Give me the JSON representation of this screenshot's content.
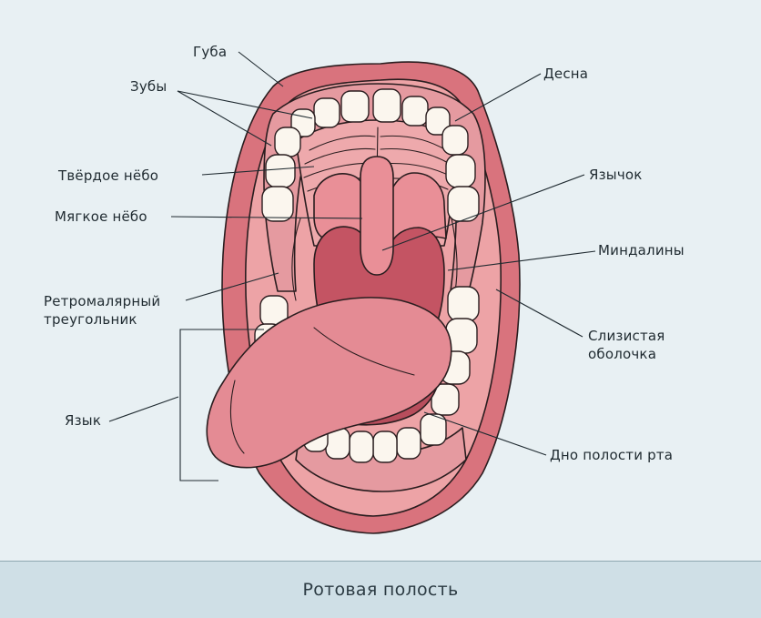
{
  "labels": {
    "lip": "Губа",
    "teeth": "Зубы",
    "hard_palate": "Твёрдое нёбо",
    "soft_palate": "Мягкое нёбо",
    "retromolar_1": "Ретромалярный",
    "retromolar_2": "треугольник",
    "tongue": "Язык",
    "gum": "Десна",
    "uvula": "Язычок",
    "tonsils": "Миндалины",
    "mucosa_1": "Слизистая",
    "mucosa_2": "оболочка",
    "floor": "Дно полости рта"
  },
  "footer": {
    "title": "Ротовая полость"
  },
  "colors": {
    "background": "#e8f0f3",
    "lip": "#d9737d",
    "mucosa": "#eda3a6",
    "gum": "#e59aa0",
    "palate": "#eea9ac",
    "throat": "#c45463",
    "tongue": "#e48b94",
    "teeth": "#fbf6ee",
    "footer_band": "#cfdfe6"
  }
}
